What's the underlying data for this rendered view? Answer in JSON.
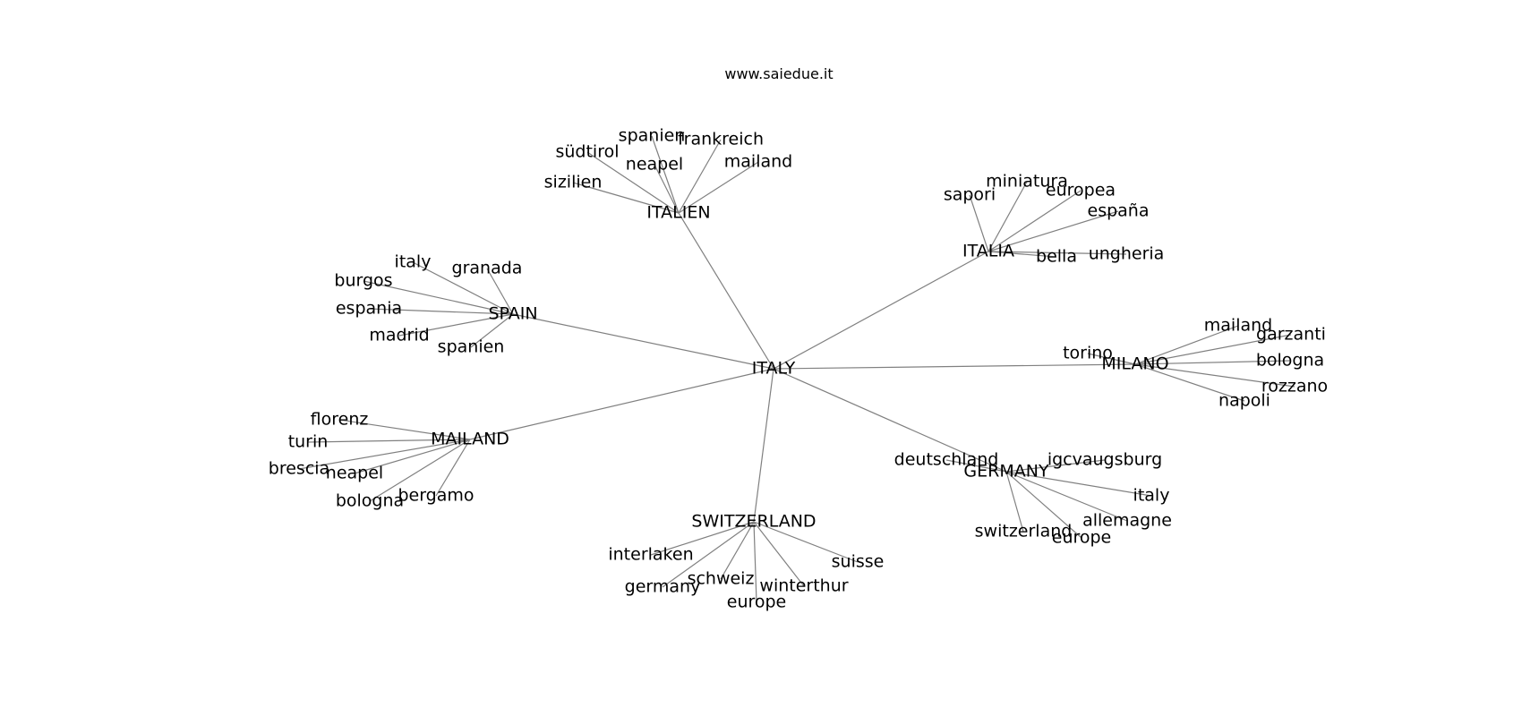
{
  "title": "www.saiedue.it",
  "colors": {
    "edge": "#808080",
    "text": "#000000",
    "background": "#ffffff"
  },
  "root": "ITALY",
  "hubs": [
    {
      "id": "italien",
      "label": "ITALIEN",
      "leaves": [
        "sizilien",
        "südtirol",
        "spanien",
        "neapel",
        "frankreich",
        "mailand"
      ]
    },
    {
      "id": "italia",
      "label": "ITALIA",
      "leaves": [
        "sapori",
        "miniatura",
        "europea",
        "españa",
        "bella",
        "ungheria"
      ]
    },
    {
      "id": "spain",
      "label": "SPAIN",
      "leaves": [
        "italy",
        "granada",
        "burgos",
        "espania",
        "madrid",
        "spanien"
      ]
    },
    {
      "id": "milano",
      "label": "MILANO",
      "leaves": [
        "mailand",
        "garzanti",
        "torino",
        "bologna",
        "rozzano",
        "napoli"
      ]
    },
    {
      "id": "mailand",
      "label": "MAILAND",
      "leaves": [
        "florenz",
        "turin",
        "brescia",
        "neapel",
        "bologna",
        "bergamo"
      ]
    },
    {
      "id": "germany",
      "label": "GERMANY",
      "leaves": [
        "deutschland",
        "igcvaugsburg",
        "italy",
        "allemagne",
        "switzerland",
        "europe"
      ]
    },
    {
      "id": "switzerland",
      "label": "SWITZERLAND",
      "leaves": [
        "interlaken",
        "germany",
        "schweiz",
        "europe",
        "winterthur",
        "suisse"
      ]
    }
  ]
}
